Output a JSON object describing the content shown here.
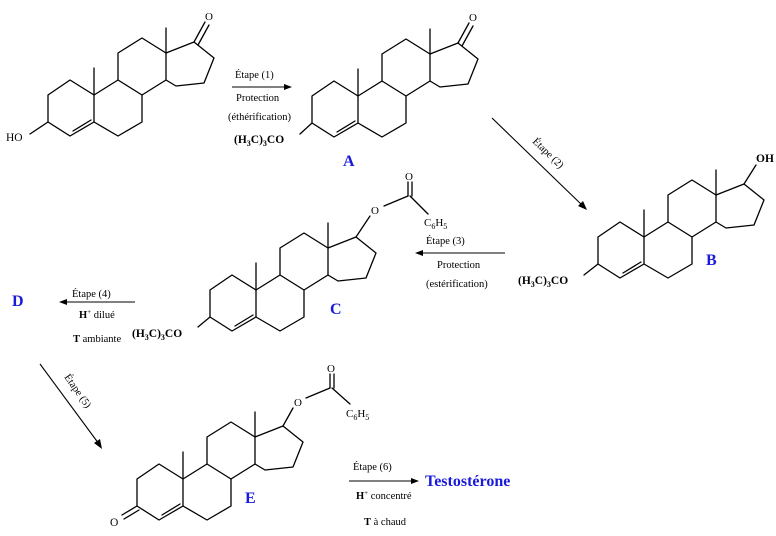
{
  "colors": {
    "compound_label": "#1a1adb",
    "ink": "#000000"
  },
  "compounds": {
    "A": "A",
    "B": "B",
    "C": "C",
    "D": "D",
    "E": "E",
    "product": "Testostérone"
  },
  "groups": {
    "ho": "HO",
    "ether_a": "(H3C)3CO",
    "ether_b": "(H3C)3CO",
    "ether_c": "(H3C)3CO",
    "oh_b": "OH",
    "ester_o_c": "O",
    "ester_carbonyl_c": "O",
    "ester_c6h5_c": "C6H5",
    "ester_o_e": "O",
    "ester_carbonyl_e": "O",
    "ester_c6h5_e": "C6H5",
    "ketone_start": "O",
    "ketone_a": "O",
    "ketone_e": "O"
  },
  "steps": {
    "s1": {
      "label": "Étape (1)",
      "line1": "Protection",
      "line2": "(éthérification)"
    },
    "s2": {
      "label": "Étape (2)"
    },
    "s3": {
      "label": "Étape (3)",
      "line1": "Protection",
      "line2": "(estérification)"
    },
    "s4": {
      "label": "Étape (4)",
      "reagent": "H",
      "reagent_sup": "+",
      "reagent_rest": "dilué",
      "cond_bold": "T",
      "cond_rest": "ambiante"
    },
    "s5": {
      "label": "Étape (5)"
    },
    "s6": {
      "label": "Étape (6)",
      "reagent": "H",
      "reagent_sup": "+",
      "reagent_rest": "concentré",
      "cond_bold": "T",
      "cond_rest": "à chaud"
    }
  }
}
